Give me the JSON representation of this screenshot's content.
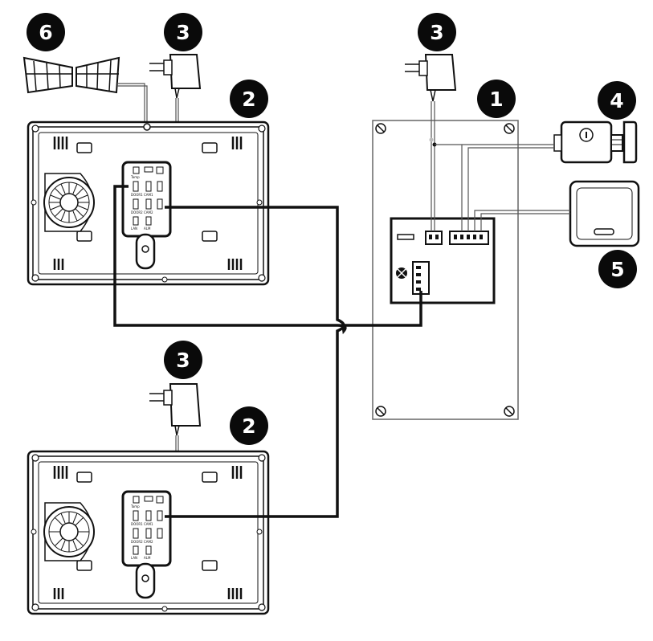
{
  "badges": {
    "outdoor_panel": "1",
    "monitor_top": "2",
    "monitor_bottom": "2",
    "psu_top_monitor": "3",
    "psu_panel": "3",
    "psu_bottom_monitor": "3",
    "lock": "4",
    "exit_button": "5",
    "alarm": "6"
  },
  "monitor_terminals": [
    "Tamp",
    "DOOR1",
    "CAM1",
    "DOOR2",
    "CAM2",
    "LAN",
    "ALM"
  ],
  "colors": {
    "line": "#111111",
    "badge_fill": "#0a0a0a",
    "badge_text": "#ffffff",
    "thin_wire": "#555555",
    "panel_outline": "#666666"
  }
}
